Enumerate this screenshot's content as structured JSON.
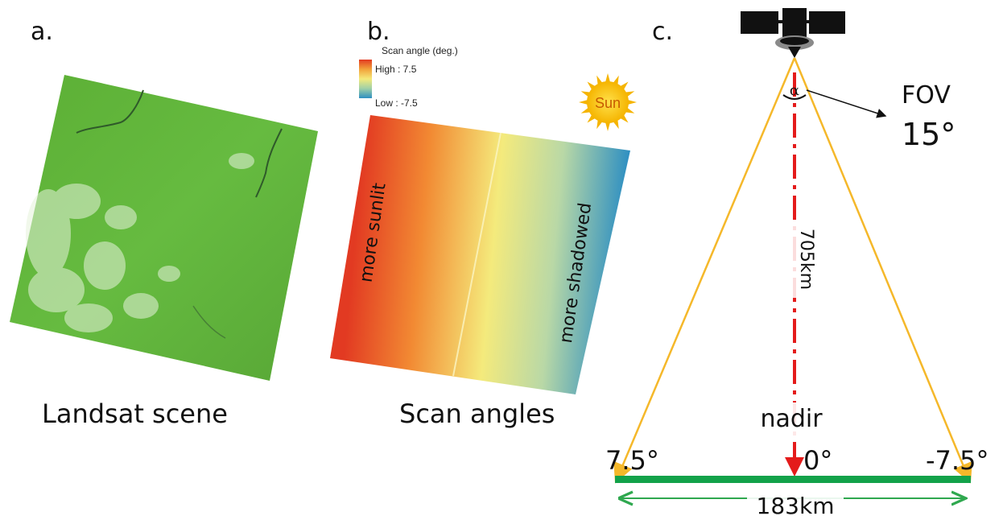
{
  "panels": {
    "a": {
      "letter": "a.",
      "caption": "Landsat scene"
    },
    "b": {
      "letter": "b.",
      "caption": "Scan angles",
      "legend_title": "Scan angle (deg.)",
      "legend_high": "High : 7.5",
      "legend_low": "Low : -7.5",
      "sun_label": "Sun",
      "left_side_label": "more sunlit",
      "right_side_label": "more shadowed"
    },
    "c": {
      "letter": "c.",
      "fov_label": "FOV",
      "fov_value": "15°",
      "alpha_label": "α",
      "altitude_label": "705km",
      "nadir_label": "nadir",
      "left_angle": "7.5°",
      "center_angle": "0°",
      "right_angle": "-7.5°",
      "swath_label": "183km"
    }
  },
  "colors": {
    "scene_green": "#5fb83c",
    "scan_high": "#e23a22",
    "scan_mid": "#f4ea7c",
    "scan_low": "#2e8fc2",
    "fov_lines": "#f5b82a",
    "nadir_line": "#e41b1b",
    "ground_bar": "#13a24a",
    "swath_arrow": "#2fa84f",
    "sun": "#f5c400"
  }
}
